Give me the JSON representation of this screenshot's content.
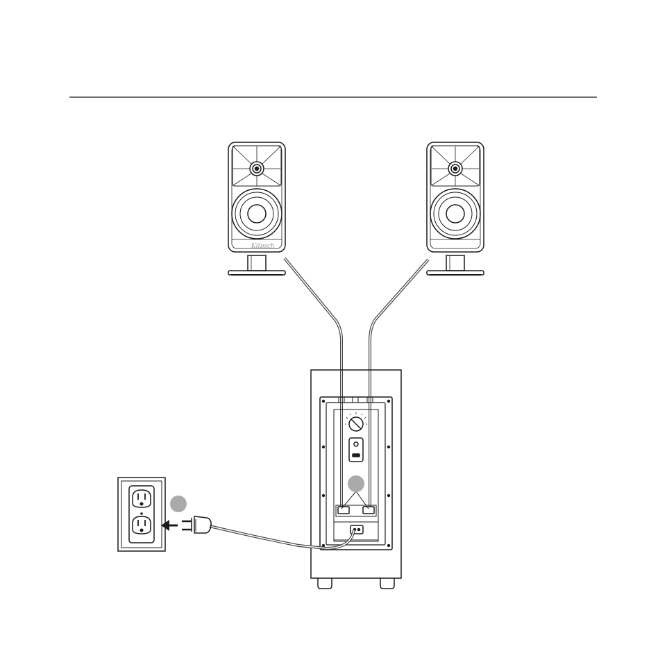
{
  "diagram": {
    "title": "",
    "line_color": "#1a1a1a",
    "cable_color": "#555555",
    "callout_color": "#aaaaaa",
    "speaker_logo": "Klipsch",
    "components": [
      {
        "name": "left-satellite-speaker",
        "icon": "speaker-icon"
      },
      {
        "name": "right-satellite-speaker",
        "icon": "speaker-icon"
      },
      {
        "name": "subwoofer-rear-panel",
        "icon": "subwoofer-icon"
      },
      {
        "name": "wall-outlet",
        "icon": "outlet-icon"
      },
      {
        "name": "power-plug",
        "icon": "plug-icon"
      }
    ],
    "connections": [
      {
        "from": "left-satellite-speaker",
        "to": "subwoofer-rear-panel"
      },
      {
        "from": "right-satellite-speaker",
        "to": "subwoofer-rear-panel"
      },
      {
        "from": "subwoofer-rear-panel",
        "to": "wall-outlet"
      }
    ],
    "callouts": [
      {
        "name": "step-callout-speaker-connection",
        "label": ""
      },
      {
        "name": "step-callout-power",
        "label": ""
      }
    ]
  }
}
